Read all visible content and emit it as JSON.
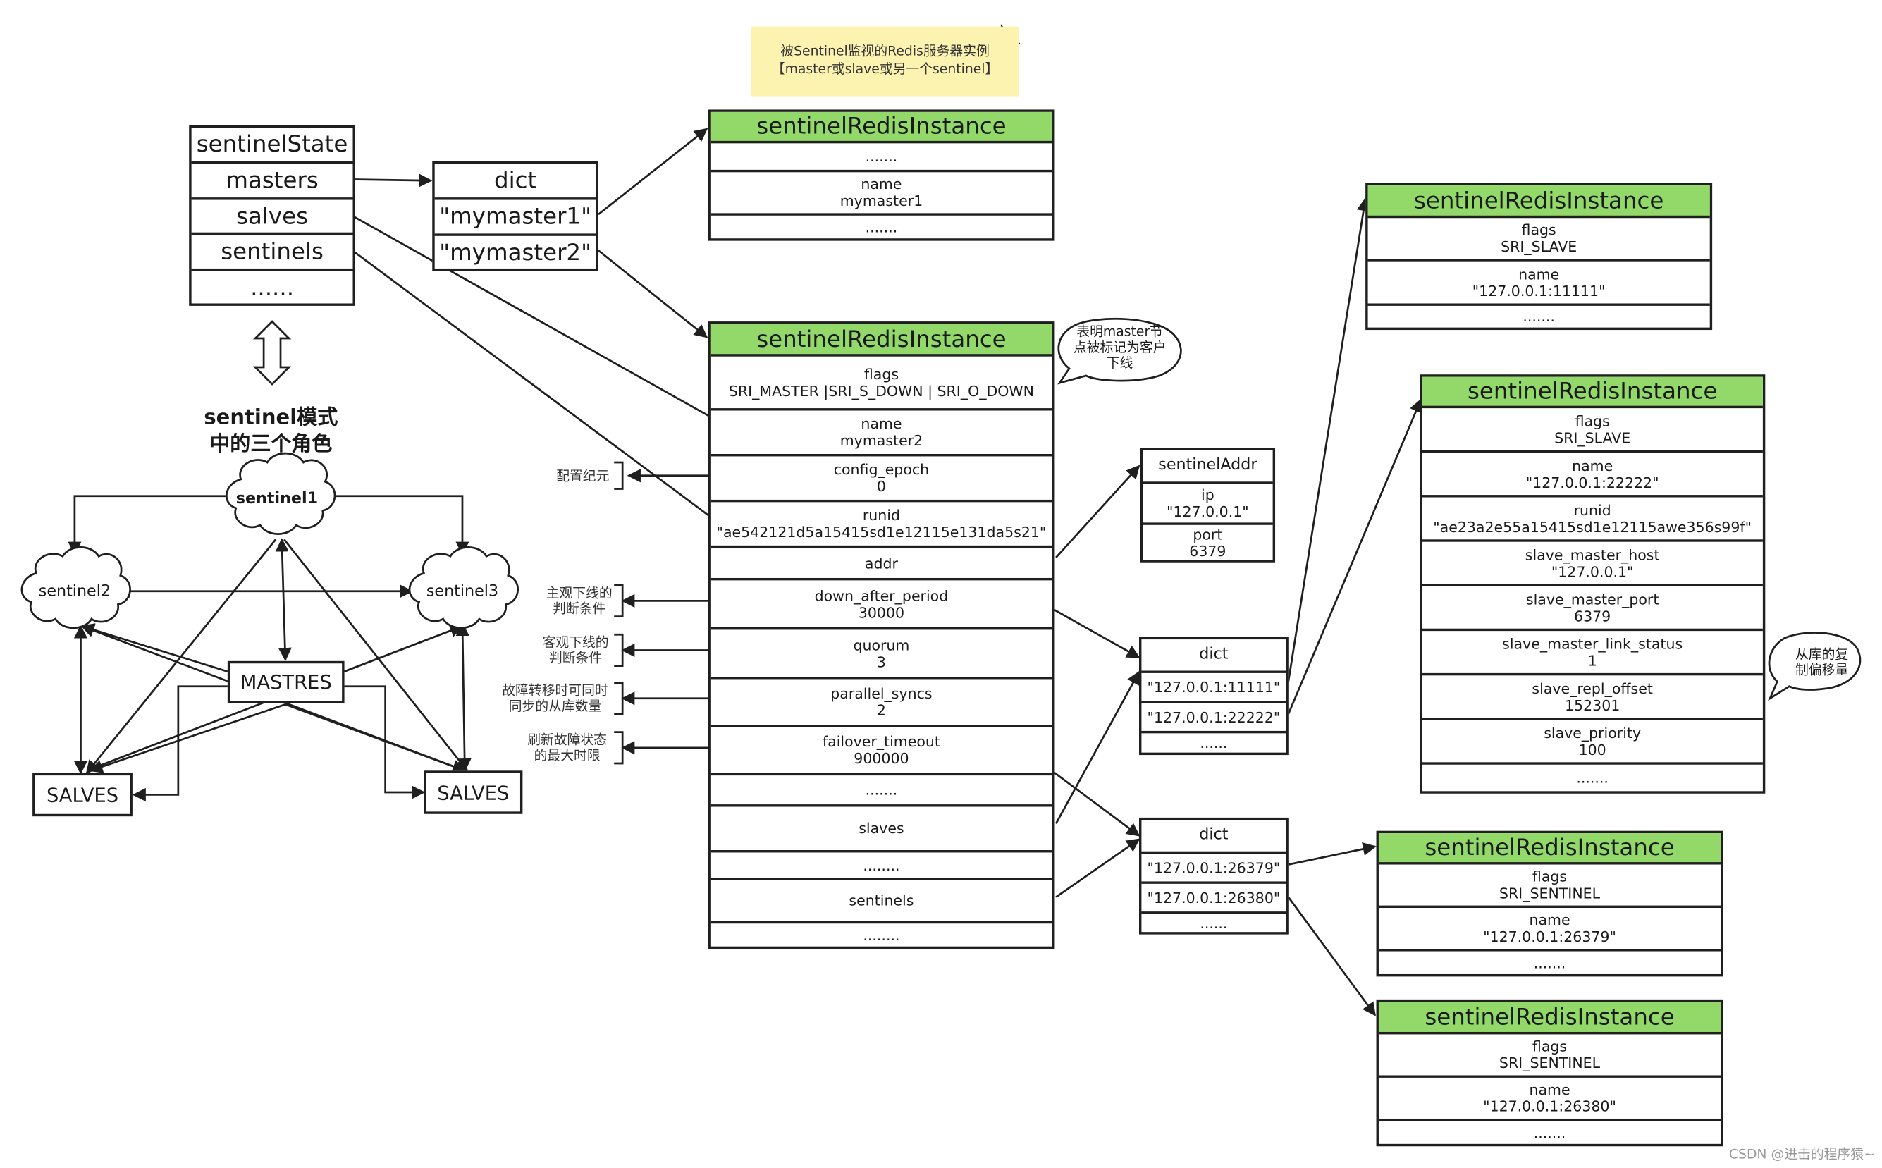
{
  "note": {
    "line1": "被Sentinel监视的Redis服务器实例",
    "line2": "【master或slave或另一个sentinel】"
  },
  "sentinel_state": {
    "rows": [
      "sentinelState",
      "masters",
      "salves",
      "sentinels",
      "......"
    ]
  },
  "masters_dict": {
    "rows": [
      "dict",
      "\"mymaster1\"",
      "\"mymaster2\""
    ]
  },
  "title": {
    "line1": "sentinel模式",
    "line2": "中的三个角色"
  },
  "roles": {
    "sentinel1": "sentinel1",
    "sentinel2": "sentinel2",
    "sentinel3": "sentinel3",
    "mastres": "MASTRES",
    "salves_left": "SALVES",
    "salves_right": "SALVES"
  },
  "instance_mymaster1": {
    "header": "sentinelRedisInstance",
    "rows": [
      [
        "......."
      ],
      [
        "name",
        "mymaster1"
      ],
      [
        "......."
      ]
    ]
  },
  "instance_mymaster2": {
    "header": "sentinelRedisInstance",
    "rows": [
      [
        "flags",
        "SRI_MASTER |SRI_S_DOWN | SRI_O_DOWN"
      ],
      [
        "name",
        "mymaster2"
      ],
      [
        "config_epoch",
        "0"
      ],
      [
        "runid",
        "\"ae542121d5a15415sd1e12115e131da5s21\""
      ],
      [
        "addr"
      ],
      [
        "down_after_period",
        "30000"
      ],
      [
        "quorum",
        "3"
      ],
      [
        "parallel_syncs",
        "2"
      ],
      [
        "failover_timeout",
        "900000"
      ],
      [
        "......."
      ],
      [
        "slaves"
      ],
      [
        "........"
      ],
      [
        "sentinels"
      ],
      [
        "........"
      ]
    ]
  },
  "bubble_master": {
    "line1": "表明master节",
    "line2": "点被标记为客户",
    "line3": "下线"
  },
  "side_labels": {
    "config_epoch": [
      "配置纪元"
    ],
    "down_after_period": [
      "主观下线的",
      "判断条件"
    ],
    "quorum": [
      "客观下线的",
      "判断条件"
    ],
    "parallel_syncs": [
      "故障转移时可同时",
      "同步的从库数量"
    ],
    "failover_timeout": [
      "刷新故障状态",
      "的最大时限"
    ]
  },
  "sentinel_addr": {
    "rows": [
      [
        "sentinelAddr"
      ],
      [
        "ip",
        "\"127.0.0.1\""
      ],
      [
        "port",
        "6379"
      ]
    ]
  },
  "slaves_dict": {
    "rows": [
      "dict",
      "\"127.0.0.1:11111\"",
      "\"127.0.0.1:22222\"",
      "......"
    ]
  },
  "sentinels_dict": {
    "rows": [
      "dict",
      "\"127.0.0.1:26379\"",
      "\"127.0.0.1:26380\"",
      "......"
    ]
  },
  "slave1": {
    "header": "sentinelRedisInstance",
    "rows": [
      [
        "flags",
        "SRI_SLAVE"
      ],
      [
        "name",
        "\"127.0.0.1:11111\""
      ],
      [
        "......."
      ]
    ]
  },
  "slave2": {
    "header": "sentinelRedisInstance",
    "rows": [
      [
        "flags",
        "SRI_SLAVE"
      ],
      [
        "name",
        "\"127.0.0.1:22222\""
      ],
      [
        "runid",
        "\"ae23a2e55a15415sd1e12115awe356s99f\""
      ],
      [
        "slave_master_host",
        "\"127.0.0.1\""
      ],
      [
        "slave_master_port",
        "6379"
      ],
      [
        "slave_master_link_status",
        "1"
      ],
      [
        "slave_repl_offset",
        "152301"
      ],
      [
        "slave_priority",
        "100"
      ],
      [
        "......."
      ]
    ]
  },
  "bubble_slave": {
    "line1": "从库的复",
    "line2": "制偏移量"
  },
  "sentinel_inst1": {
    "header": "sentinelRedisInstance",
    "rows": [
      [
        "flags",
        "SRI_SENTINEL"
      ],
      [
        "name",
        "\"127.0.0.1:26379\""
      ],
      [
        "......."
      ]
    ]
  },
  "sentinel_inst2": {
    "header": "sentinelRedisInstance",
    "rows": [
      [
        "flags",
        "SRI_SENTINEL"
      ],
      [
        "name",
        "\"127.0.0.1:26380\""
      ],
      [
        "......."
      ]
    ]
  },
  "watermark": "CSDN @进击的程序猿~",
  "colors": {
    "header_green": "#92d96a",
    "note_yellow": "#fdf3b0",
    "line": "#1f1f1f"
  }
}
